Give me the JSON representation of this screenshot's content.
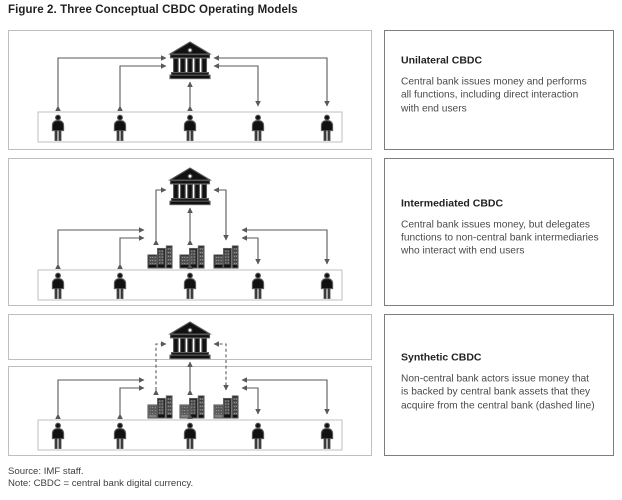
{
  "figure": {
    "title": "Figure 2. Three Conceptual CBDC Operating Models"
  },
  "models": [
    {
      "id": "unilateral",
      "title": "Unilateral CBDC",
      "description": "Central bank issues money and performs all functions, including direct interaction with end users",
      "diagram": {
        "type": "two-tier",
        "nodes": [
          "central-bank",
          "end-users"
        ],
        "arrow_style": "solid",
        "end_user_count": 5
      }
    },
    {
      "id": "intermediated",
      "title": "Intermediated CBDC",
      "description": "Central bank issues money, but delegates functions to non-central bank intermediaries who interact with end users",
      "diagram": {
        "type": "three-tier",
        "nodes": [
          "central-bank",
          "intermediaries",
          "end-users"
        ],
        "arrow_style": "solid",
        "intermediary_count": 3,
        "end_user_count": 5
      }
    },
    {
      "id": "synthetic",
      "title": "Synthetic CBDC",
      "description": "Non-central bank actors issue money that is backed by central bank assets that they acquire from the central bank (dashed line)",
      "diagram": {
        "type": "three-tier-split",
        "nodes": [
          "central-bank",
          "intermediaries",
          "end-users"
        ],
        "arrow_style": "dashed-top-solid-bottom",
        "intermediary_count": 3,
        "end_user_count": 5
      }
    }
  ],
  "icons": {
    "central_bank": "bank-icon",
    "intermediary": "buildings-icon",
    "end_user": "person-icon"
  },
  "colors": {
    "panel_border": "#bfbfbf",
    "card_border": "#7d7d7d",
    "arrow": "#595959",
    "icon_dark": "#111111",
    "icon_mid": "#808080",
    "title_text": "#231f20",
    "body_text": "#4a4a4a"
  },
  "footer": {
    "source": "Source: IMF staff.",
    "note": "Note: CBDC = central bank digital currency."
  }
}
